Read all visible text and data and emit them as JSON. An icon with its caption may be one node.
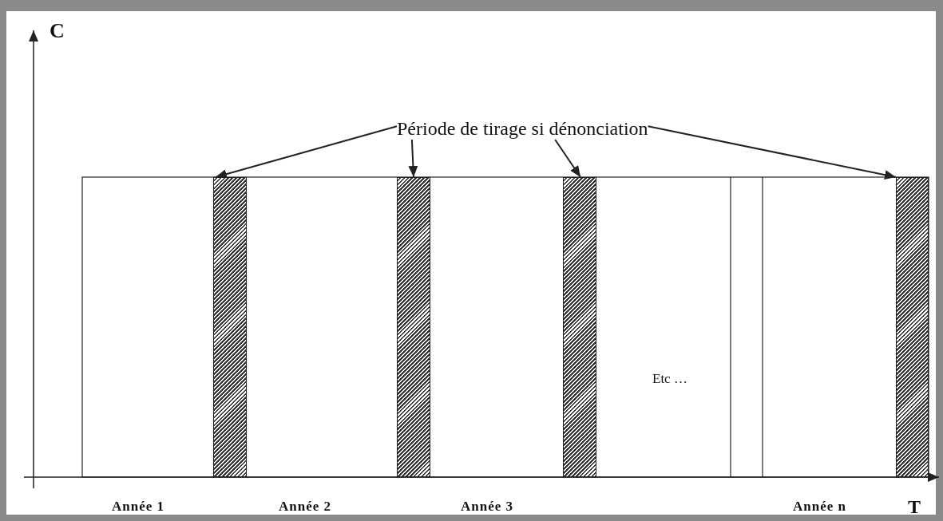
{
  "diagram": {
    "nodes": [
      {
        "text": [
          "Période de tirage si dénonciation"
        ]
      },
      {
        "text": [],
        "shape": "bar"
      },
      {
        "text": [],
        "shape": "bar"
      },
      {
        "text": [],
        "shape": "bar"
      },
      {
        "text": [],
        "shape": "bar"
      }
    ],
    "edges": [
      {
        "from": 0,
        "to": 1,
        "arrow": "to"
      },
      {
        "from": 0,
        "to": 2,
        "arrow": "to"
      },
      {
        "from": 0,
        "to": 3,
        "arrow": "to"
      },
      {
        "from": 0,
        "to": 4,
        "arrow": "to"
      }
    ],
    "labels": [
      "C",
      "Etc …",
      "Année 1",
      "Année 2",
      "Année 3",
      "Année n",
      "T"
    ]
  }
}
